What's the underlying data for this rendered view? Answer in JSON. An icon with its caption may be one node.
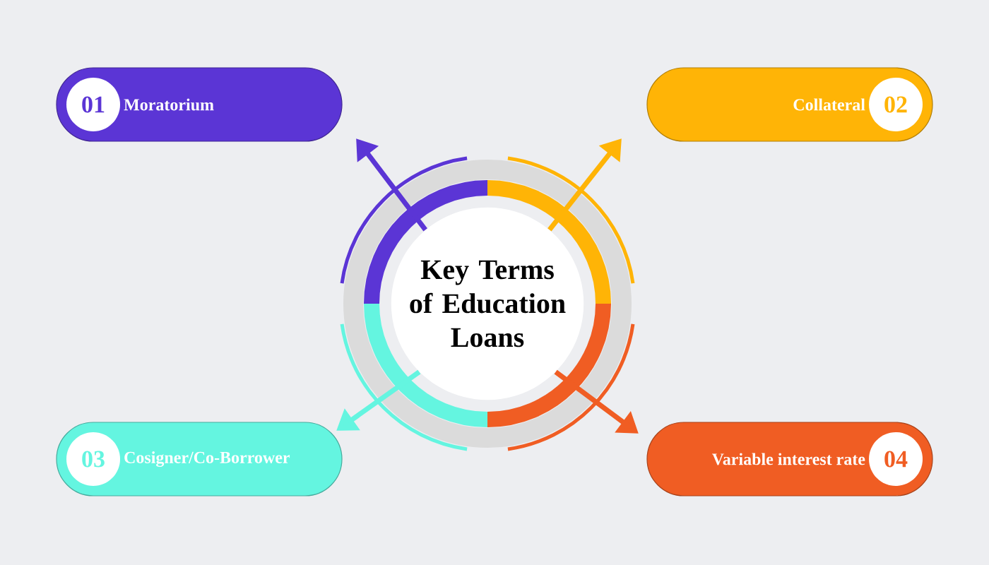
{
  "diagram": {
    "nodes": [
      {
        "text": [
          "Key Terms of Education Loans"
        ]
      },
      {
        "text": [
          "01",
          "Moratorium"
        ]
      },
      {
        "text": [
          "Collateral",
          "02"
        ]
      },
      {
        "text": [
          "03",
          "Cosigner/Co-Borrower"
        ]
      },
      {
        "text": [
          "Variable interest rate",
          "04"
        ]
      }
    ],
    "edges": [
      {
        "from": 0,
        "to": 1,
        "arrow": "to",
        "color": "#5b35d5"
      },
      {
        "from": 0,
        "to": 2,
        "arrow": "to",
        "color": "#ffb406"
      },
      {
        "from": 0,
        "to": 3,
        "arrow": "to",
        "color": "#64f5e0"
      },
      {
        "from": 0,
        "to": 4,
        "arrow": "to",
        "color": "#f05d23"
      }
    ]
  }
}
